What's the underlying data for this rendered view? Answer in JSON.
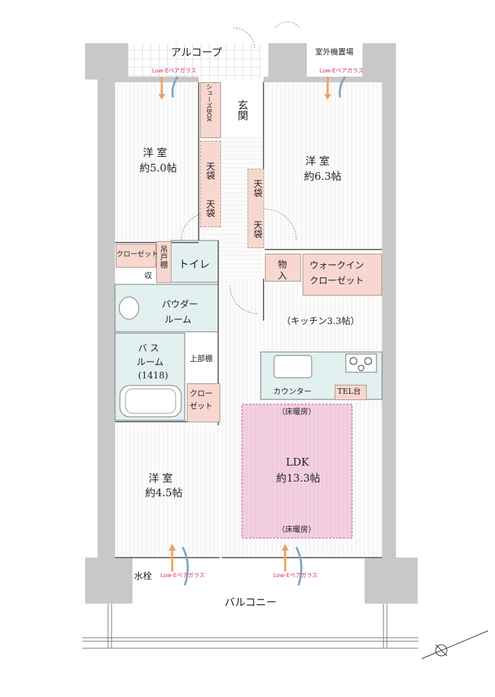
{
  "labels": {
    "alcove": "アルコープ",
    "outdoor_unit": "室外機置場",
    "entrance": "玄関",
    "shoe_box": "シューズBOX",
    "room_nw_name": "洋 室",
    "room_nw_size": "約5.0帖",
    "room_ne_name": "洋 室",
    "room_ne_size": "約6.3帖",
    "tenbukuro": "天袋",
    "closet": "クローゼット",
    "hanging_shelf": "吊戸棚",
    "toilet": "トイレ",
    "storage_short": "収",
    "storage": "物入",
    "walkin_1": "ウォークイン",
    "walkin_2": "クローゼット",
    "powder_1": "パウダー",
    "powder_2": "ルーム",
    "kitchen": "（キッチン3.3帖）",
    "bath_1": "バ ス",
    "bath_2": "ルーム",
    "bath_3": "(1418)",
    "upper_shelf": "上部棚",
    "counter": "カウンター",
    "tel": "TEL台",
    "closet2_1": "クロー",
    "closet2_2": "ゼット",
    "floor_heat_top": "（床暖房）",
    "ldk_name": "LDK",
    "ldk_size": "約13.3帖",
    "floor_heat_bottom": "（床暖房）",
    "room_sw_name": "洋 室",
    "room_sw_size": "約4.5帖",
    "water_tap": "水栓",
    "balcony": "バルコニー",
    "lowe": "Low-Eペアガラス"
  },
  "colors": {
    "wall": "#c8c8c8",
    "floor_lines": "#ececec",
    "storage": "#f7d7cf",
    "wet_area": "#e3f0f0",
    "ldk_heating": "#f3cfe0",
    "arrow_orange": "#f0a060",
    "arrow_blue": "#7fa8c8"
  }
}
